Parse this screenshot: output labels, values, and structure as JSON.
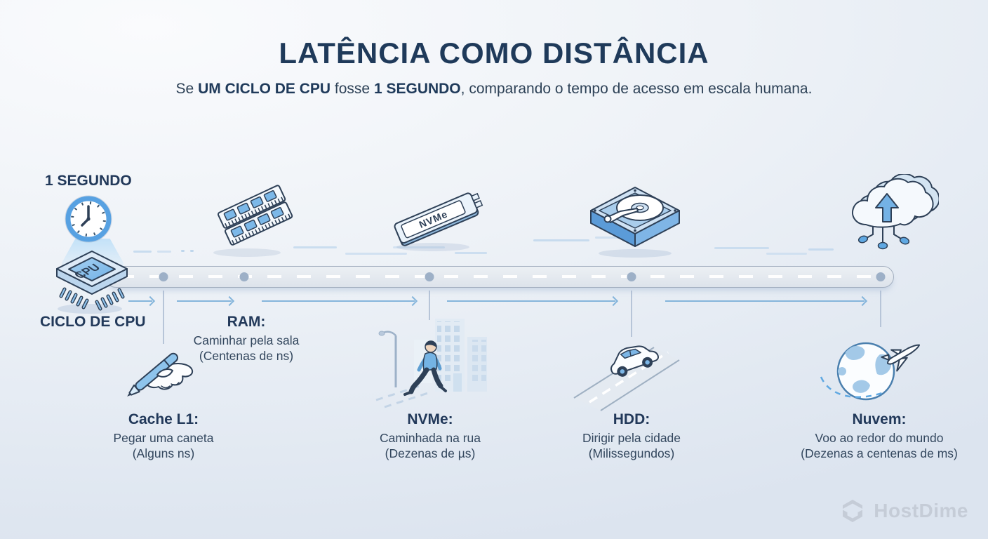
{
  "header": {
    "title": "LATÊNCIA COMO DISTÂNCIA",
    "subtitle": {
      "pre": "Se ",
      "bold1": "UM CICLO DE CPU",
      "mid": " fosse ",
      "bold2": "1 SEGUNDO",
      "post": ", comparando o tempo de acesso em escala humana."
    }
  },
  "cpu_station": {
    "label_top": "1 SEGUNDO",
    "label_bottom": "CICLO DE CPU",
    "chip_text": "CPU"
  },
  "icons": {
    "nvme_chip_text": "NVMe",
    "icon_names": [
      "clock-icon",
      "cpu-chip-icon",
      "ram-icon",
      "nvme-ssd-icon",
      "hdd-icon",
      "cloud-icon",
      "pen-hand-icon",
      "walking-person-icon",
      "car-icon",
      "globe-plane-icon",
      "hostdime-logo-icon"
    ]
  },
  "milestones": [
    {
      "name": "cache-l1",
      "title": "Cache L1:",
      "desc": "Pegar uma caneta",
      "scale": "(Alguns ns)"
    },
    {
      "name": "ram",
      "title": "RAM:",
      "desc": "Caminhar pela sala",
      "scale": "(Centenas de ns)"
    },
    {
      "name": "nvme",
      "title": "NVMe:",
      "desc": "Caminhada na rua",
      "scale": "(Dezenas de µs)"
    },
    {
      "name": "hdd",
      "title": "HDD:",
      "desc": "Dirigir pela cidade",
      "scale": "(Milissegundos)"
    },
    {
      "name": "nuvem",
      "title": "Nuvem:",
      "desc": "Voo ao redor do mundo",
      "scale": "(Dezenas a centenas de ms)"
    }
  ],
  "branding": {
    "logo_text": "HostDime"
  },
  "colors": {
    "title_navy": "#1f3a5a",
    "outline_navy": "#2e4057",
    "icon_blue": "#7cb6e6",
    "arrow_blue": "#85b5db",
    "road_gray": "#e3e8ee",
    "watermark_gray": "#c5ccd7"
  }
}
